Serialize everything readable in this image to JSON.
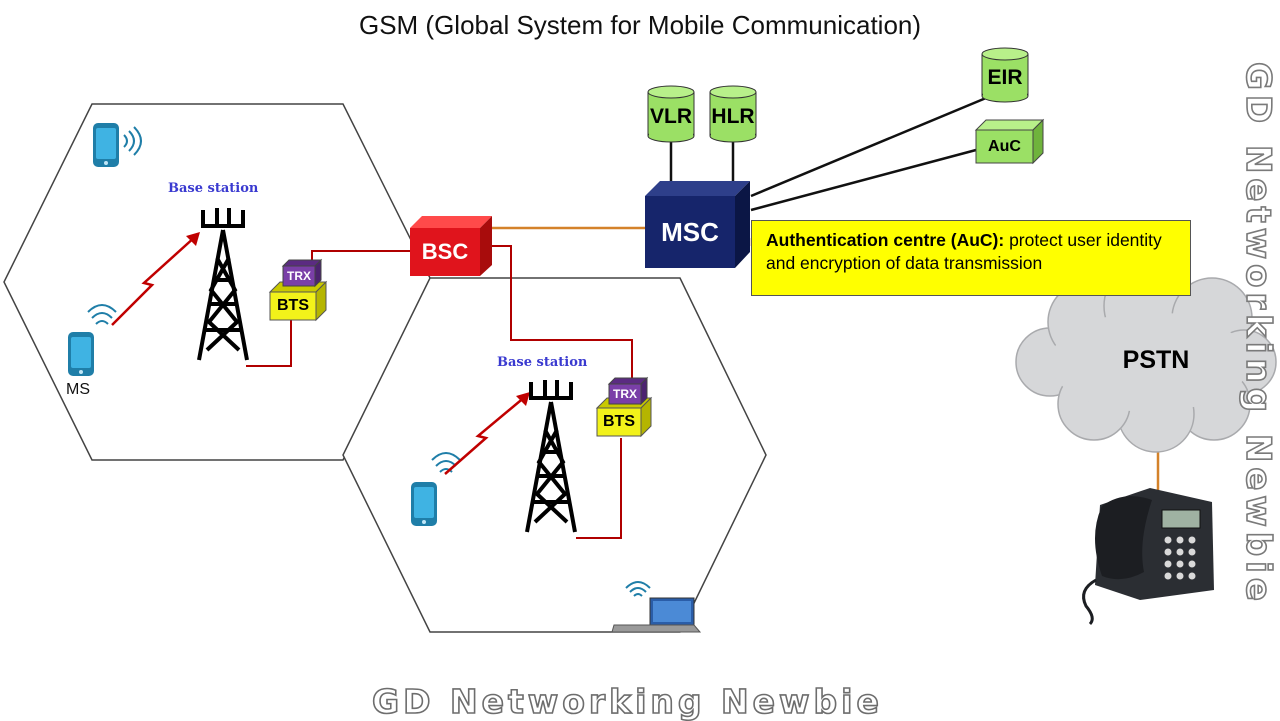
{
  "title": "GSM (Global System for Mobile Communication)",
  "cells": [
    {
      "base_station_label": "Base station",
      "trx_label": "TRX",
      "bts_label": "BTS",
      "ms_label": "MS"
    },
    {
      "base_station_label": "Base station",
      "trx_label": "TRX",
      "bts_label": "BTS"
    }
  ],
  "bsc_label": "BSC",
  "msc_label": "MSC",
  "databases": {
    "vlr": "VLR",
    "hlr": "HLR",
    "eir": "EIR",
    "auc": "AuC"
  },
  "callout": {
    "heading": "Authentication centre (AuC):",
    "text": " protect user identity and encryption of data transmission"
  },
  "pstn_label": "PSTN",
  "watermark": "GD Networking Newbie",
  "colors": {
    "link_red": "#b00000",
    "link_orange": "#d4822a",
    "bsc_red": "#e0141c",
    "msc_navy": "#16256b",
    "db_green": "#9be065",
    "bts_yellow": "#f2f21a",
    "trx_purple": "#7a3fa8",
    "callout_yellow": "#ffff00",
    "cloud_gray": "#d6d7d9"
  }
}
